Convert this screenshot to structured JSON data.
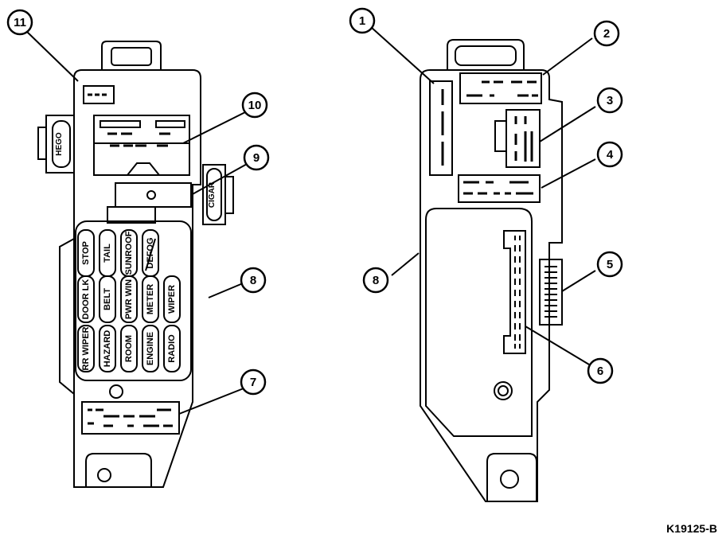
{
  "figure_id": "K19125-B",
  "callouts": {
    "c1": "1",
    "c2": "2",
    "c3": "3",
    "c4": "4",
    "c5": "5",
    "c6": "6",
    "c7": "7",
    "c8_left": "8",
    "c8_right": "8",
    "c9": "9",
    "c10": "10",
    "c11": "11"
  },
  "connector_labels": {
    "hego": "HEGO",
    "cigar": "CIGAR"
  },
  "fuses": [
    "STOP",
    "TAIL",
    "SUNROOF",
    "DEFOG",
    "DOOR LK",
    "BELT",
    "PWR WIN",
    "METER",
    "WIPER",
    "RR WIPER",
    "HAZARD",
    "ROOM",
    "ENGINE",
    "RADIO"
  ],
  "colors": {
    "line": "#000000",
    "background": "#ffffff"
  }
}
